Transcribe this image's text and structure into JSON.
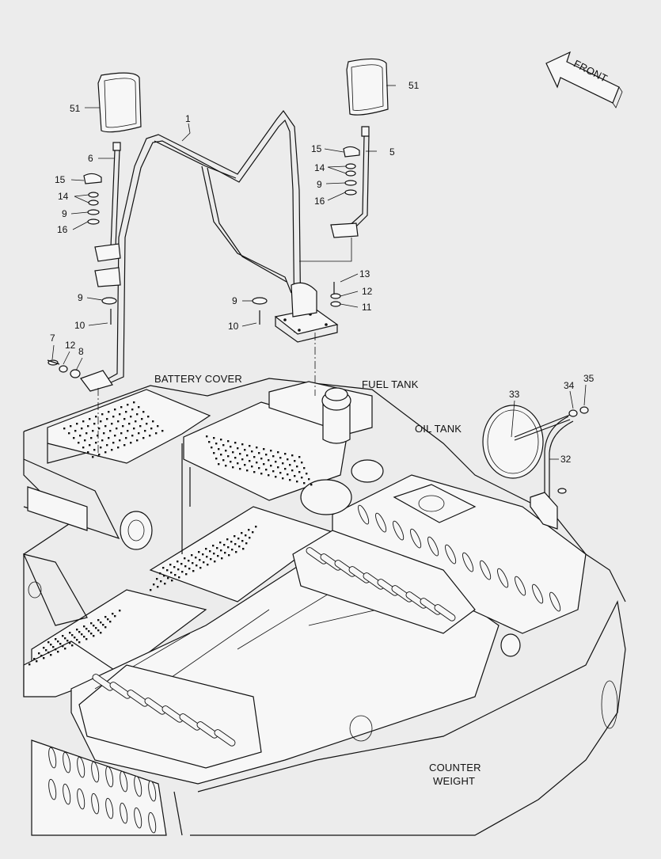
{
  "callouts": {
    "c1": "1",
    "c5": "5",
    "c6": "6",
    "c7": "7",
    "c8": "8",
    "c9a": "9",
    "c9b": "9",
    "c9c": "9",
    "c9d": "9",
    "c10a": "10",
    "c10b": "10",
    "c11": "11",
    "c12a": "12",
    "c12b": "12",
    "c13": "13",
    "c14a": "14",
    "c14b": "14",
    "c15a": "15",
    "c15b": "15",
    "c16a": "16",
    "c16b": "16",
    "c32": "32",
    "c33": "33",
    "c34": "34",
    "c35": "35",
    "c51a": "51",
    "c51b": "51"
  },
  "labels": {
    "front": "FRONT",
    "battery_cover": "BATTERY COVER",
    "fuel_tank": "FUEL TANK",
    "oil_tank": "OIL TANK",
    "counter_weight_1": "COUNTER",
    "counter_weight_2": "WEIGHT"
  },
  "colors": {
    "background": "#ececec",
    "line": "#111111"
  }
}
